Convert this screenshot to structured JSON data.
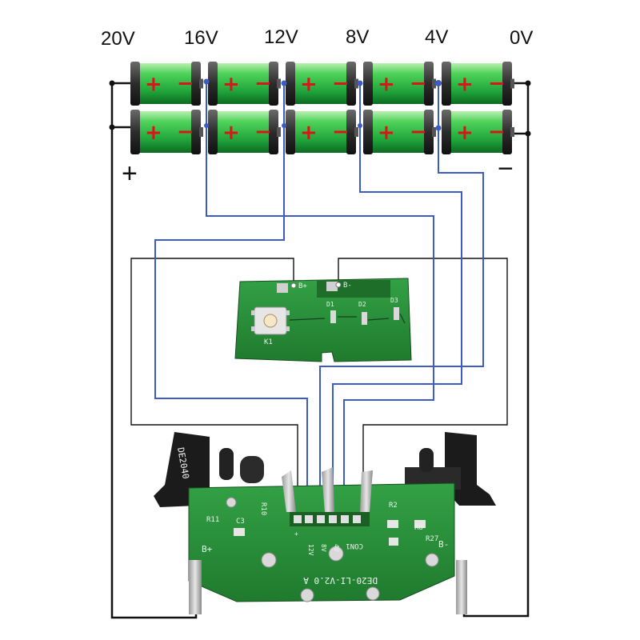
{
  "voltage_labels": [
    "20V",
    "16V",
    "12V",
    "8V",
    "4V",
    "0V"
  ],
  "pack_terminals": {
    "positive": "+",
    "negative": "−"
  },
  "cell_polarity": {
    "plus": "+",
    "minus": "−"
  },
  "small_board": {
    "bplus": "B+",
    "bminus": "B-",
    "d1": "D1",
    "d2": "D2",
    "d3": "D3",
    "k1": "K1"
  },
  "main_board": {
    "marking": "DE20-LI-V2.0 A",
    "con1": "CON1",
    "r11": "R11",
    "r10": "R10",
    "c3": "C3",
    "r2": "R2",
    "r8": "R8",
    "r27": "R27",
    "bplus": "B+",
    "bminus": "B-",
    "pins": [
      "+",
      "12V",
      "8V",
      "4V"
    ],
    "housing_text": "DE2040"
  },
  "colors": {
    "sense_wire": "#3d5bc4",
    "power_wire": "#111111",
    "cell_green": "#2fc24a",
    "pcb_green": "#2a8a37"
  }
}
